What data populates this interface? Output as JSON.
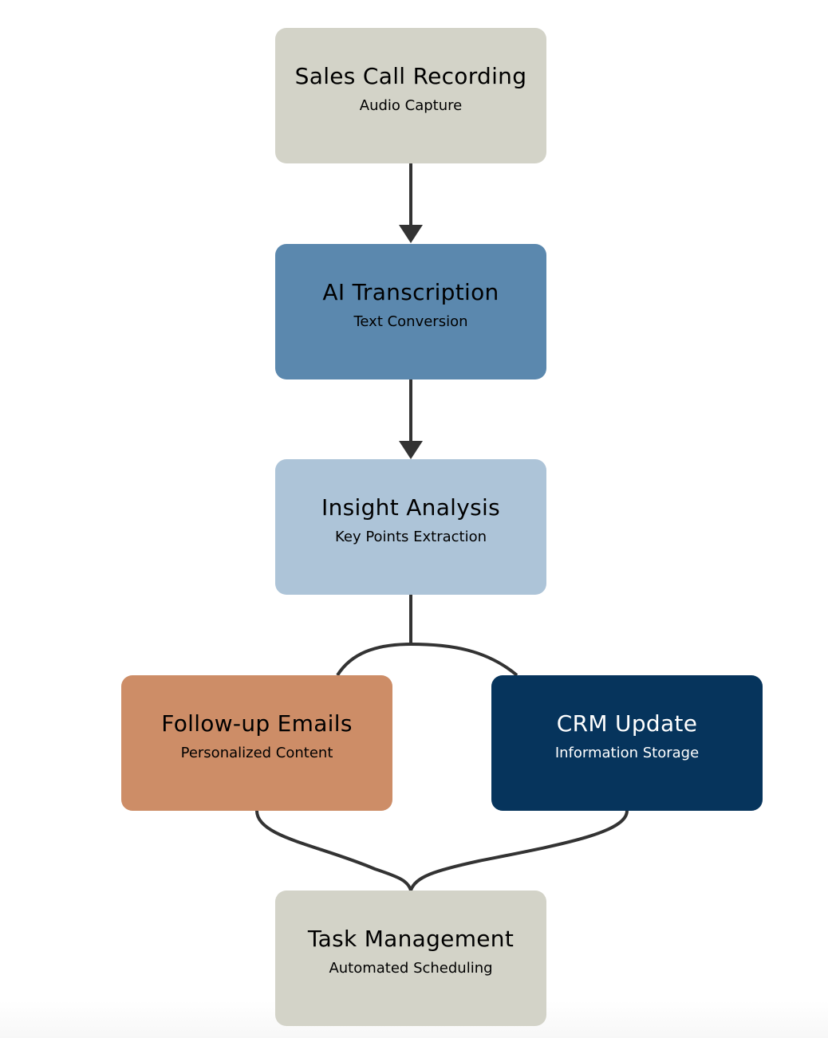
{
  "diagram": {
    "type": "flowchart",
    "nodes": [
      {
        "id": "n1",
        "title": "Sales Call Recording",
        "subtitle": "Audio Capture",
        "fill": "#d3d3c8",
        "text_color": "#000000"
      },
      {
        "id": "n2",
        "title": "AI Transcription",
        "subtitle": "Text Conversion",
        "fill": "#5b88ae",
        "text_color": "#000000"
      },
      {
        "id": "n3",
        "title": "Insight Analysis",
        "subtitle": "Key Points Extraction",
        "fill": "#adc4d8",
        "text_color": "#000000"
      },
      {
        "id": "n4",
        "title": "Follow-up Emails",
        "subtitle": "Personalized Content",
        "fill": "#cd8d67",
        "text_color": "#000000"
      },
      {
        "id": "n5",
        "title": "CRM Update",
        "subtitle": "Information Storage",
        "fill": "#06345c",
        "text_color": "#ffffff"
      },
      {
        "id": "n6",
        "title": "Task Management",
        "subtitle": "Automated Scheduling",
        "fill": "#d3d3c8",
        "text_color": "#000000"
      }
    ],
    "edges": [
      {
        "from": "n1",
        "to": "n2",
        "arrow": true
      },
      {
        "from": "n2",
        "to": "n3",
        "arrow": true
      },
      {
        "from": "n3",
        "to": "n4",
        "arrow": false
      },
      {
        "from": "n3",
        "to": "n5",
        "arrow": false
      },
      {
        "from": "n4",
        "to": "n6",
        "arrow": false
      },
      {
        "from": "n5",
        "to": "n6",
        "arrow": false
      }
    ],
    "edge_color": "#333333"
  }
}
